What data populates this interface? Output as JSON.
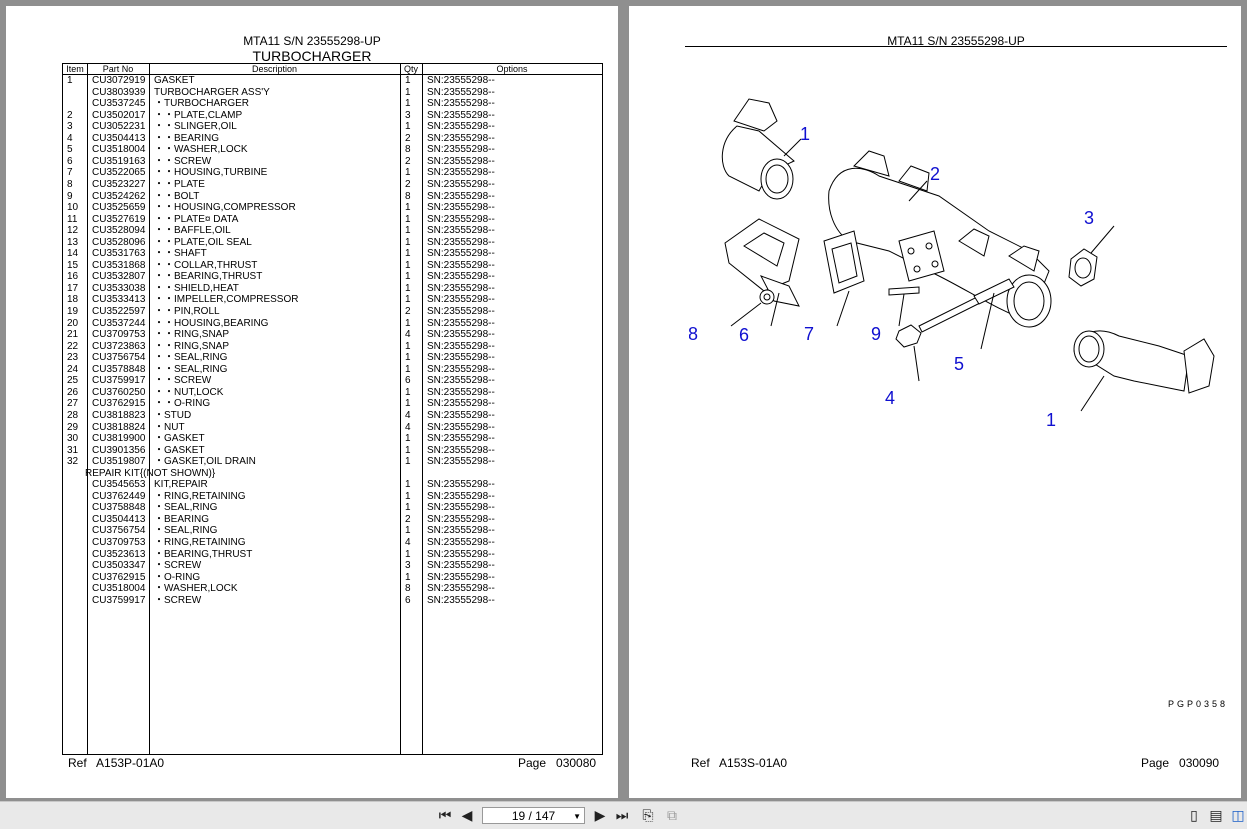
{
  "left_page": {
    "model": "MTA11 S/N 23555298-UP",
    "title": "TURBOCHARGER",
    "columns": {
      "item": "Item",
      "part_no": "Part No",
      "description": "Description",
      "qty": "Qty",
      "options": "Options"
    },
    "rows": [
      {
        "item": "1",
        "part": "CU3072919",
        "desc": "GASKET",
        "qty": "1",
        "opt": "SN:23555298--"
      },
      {
        "item": "",
        "part": "CU3803939",
        "desc": "TURBOCHARGER ASS'Y",
        "qty": "1",
        "opt": "SN:23555298--"
      },
      {
        "item": "",
        "part": "CU3537245",
        "desc": "・TURBOCHARGER",
        "qty": "1",
        "opt": "SN:23555298--"
      },
      {
        "item": "2",
        "part": "CU3502017",
        "desc": "・・PLATE,CLAMP",
        "qty": "3",
        "opt": "SN:23555298--"
      },
      {
        "item": "3",
        "part": "CU3052231",
        "desc": "・・SLINGER,OIL",
        "qty": "1",
        "opt": "SN:23555298--"
      },
      {
        "item": "4",
        "part": "CU3504413",
        "desc": "・・BEARING",
        "qty": "2",
        "opt": "SN:23555298--"
      },
      {
        "item": "5",
        "part": "CU3518004",
        "desc": "・・WASHER,LOCK",
        "qty": "8",
        "opt": "SN:23555298--"
      },
      {
        "item": "6",
        "part": "CU3519163",
        "desc": "・・SCREW",
        "qty": "2",
        "opt": "SN:23555298--"
      },
      {
        "item": "7",
        "part": "CU3522065",
        "desc": "・・HOUSING,TURBINE",
        "qty": "1",
        "opt": "SN:23555298--"
      },
      {
        "item": "8",
        "part": "CU3523227",
        "desc": "・・PLATE",
        "qty": "2",
        "opt": "SN:23555298--"
      },
      {
        "item": "9",
        "part": "CU3524262",
        "desc": "・・BOLT",
        "qty": "8",
        "opt": "SN:23555298--"
      },
      {
        "item": "10",
        "part": "CU3525659",
        "desc": "・・HOUSING,COMPRESSOR",
        "qty": "1",
        "opt": "SN:23555298--"
      },
      {
        "item": "11",
        "part": "CU3527619",
        "desc": "・・PLATE¤ DATA",
        "qty": "1",
        "opt": "SN:23555298--"
      },
      {
        "item": "12",
        "part": "CU3528094",
        "desc": "・・BAFFLE,OIL",
        "qty": "1",
        "opt": "SN:23555298--"
      },
      {
        "item": "13",
        "part": "CU3528096",
        "desc": "・・PLATE,OIL SEAL",
        "qty": "1",
        "opt": "SN:23555298--"
      },
      {
        "item": "14",
        "part": "CU3531763",
        "desc": "・・SHAFT",
        "qty": "1",
        "opt": "SN:23555298--"
      },
      {
        "item": "15",
        "part": "CU3531868",
        "desc": "・・COLLAR,THRUST",
        "qty": "1",
        "opt": "SN:23555298--"
      },
      {
        "item": "16",
        "part": "CU3532807",
        "desc": "・・BEARING,THRUST",
        "qty": "1",
        "opt": "SN:23555298--"
      },
      {
        "item": "17",
        "part": "CU3533038",
        "desc": "・・SHIELD,HEAT",
        "qty": "1",
        "opt": "SN:23555298--"
      },
      {
        "item": "18",
        "part": "CU3533413",
        "desc": "・・IMPELLER,COMPRESSOR",
        "qty": "1",
        "opt": "SN:23555298--"
      },
      {
        "item": "19",
        "part": "CU3522597",
        "desc": "・・PIN,ROLL",
        "qty": "2",
        "opt": "SN:23555298--"
      },
      {
        "item": "20",
        "part": "CU3537244",
        "desc": "・・HOUSING,BEARING",
        "qty": "1",
        "opt": "SN:23555298--"
      },
      {
        "item": "21",
        "part": "CU3709753",
        "desc": "・・RING,SNAP",
        "qty": "4",
        "opt": "SN:23555298--"
      },
      {
        "item": "22",
        "part": "CU3723863",
        "desc": "・・RING,SNAP",
        "qty": "1",
        "opt": "SN:23555298--"
      },
      {
        "item": "23",
        "part": "CU3756754",
        "desc": "・・SEAL,RING",
        "qty": "1",
        "opt": "SN:23555298--"
      },
      {
        "item": "24",
        "part": "CU3578848",
        "desc": "・・SEAL,RING",
        "qty": "1",
        "opt": "SN:23555298--"
      },
      {
        "item": "25",
        "part": "CU3759917",
        "desc": "・・SCREW",
        "qty": "6",
        "opt": "SN:23555298--"
      },
      {
        "item": "26",
        "part": "CU3760250",
        "desc": "・・NUT,LOCK",
        "qty": "1",
        "opt": "SN:23555298--"
      },
      {
        "item": "27",
        "part": "CU3762915",
        "desc": "・・O-RING",
        "qty": "1",
        "opt": "SN:23555298--"
      },
      {
        "item": "28",
        "part": "CU3818823",
        "desc": "・STUD",
        "qty": "4",
        "opt": "SN:23555298--"
      },
      {
        "item": "29",
        "part": "CU3818824",
        "desc": "・NUT",
        "qty": "4",
        "opt": "SN:23555298--"
      },
      {
        "item": "30",
        "part": "CU3819900",
        "desc": "・GASKET",
        "qty": "1",
        "opt": "SN:23555298--"
      },
      {
        "item": "31",
        "part": "CU3901356",
        "desc": "・GASKET",
        "qty": "1",
        "opt": "SN:23555298--"
      },
      {
        "item": "32",
        "part": "CU3519807",
        "desc": "・GASKET,OIL DRAIN",
        "qty": "1",
        "opt": "SN:23555298--"
      },
      {
        "item": "",
        "part": "",
        "desc": "",
        "qty": "",
        "opt": "",
        "note": "REPAIR KIT{(NOT SHOWN)}"
      },
      {
        "item": "",
        "part": "CU3545653",
        "desc": "KIT,REPAIR",
        "qty": "1",
        "opt": "SN:23555298--"
      },
      {
        "item": "",
        "part": "CU3762449",
        "desc": "・RING,RETAINING",
        "qty": "1",
        "opt": "SN:23555298--"
      },
      {
        "item": "",
        "part": "CU3758848",
        "desc": "・SEAL,RING",
        "qty": "1",
        "opt": "SN:23555298--"
      },
      {
        "item": "",
        "part": "CU3504413",
        "desc": "・BEARING",
        "qty": "2",
        "opt": "SN:23555298--"
      },
      {
        "item": "",
        "part": "CU3756754",
        "desc": "・SEAL,RING",
        "qty": "1",
        "opt": "SN:23555298--"
      },
      {
        "item": "",
        "part": "CU3709753",
        "desc": "・RING,RETAINING",
        "qty": "4",
        "opt": "SN:23555298--"
      },
      {
        "item": "",
        "part": "CU3523613",
        "desc": "・BEARING,THRUST",
        "qty": "1",
        "opt": "SN:23555298--"
      },
      {
        "item": "",
        "part": "CU3503347",
        "desc": "・SCREW",
        "qty": "3",
        "opt": "SN:23555298--"
      },
      {
        "item": "",
        "part": "CU3762915",
        "desc": "・O-RING",
        "qty": "1",
        "opt": "SN:23555298--"
      },
      {
        "item": "",
        "part": "CU3518004",
        "desc": "・WASHER,LOCK",
        "qty": "8",
        "opt": "SN:23555298--"
      },
      {
        "item": "",
        "part": "CU3759917",
        "desc": "・SCREW",
        "qty": "6",
        "opt": "SN:23555298--"
      }
    ],
    "ref": "Ref   A153P-01A0",
    "page": "Page   030080"
  },
  "right_page": {
    "model": "MTA11 S/N 23555298-UP",
    "callouts": [
      "1",
      "2",
      "3",
      "8",
      "6",
      "7",
      "9",
      "5",
      "4",
      "1"
    ],
    "drawing_code": "PGP0358",
    "ref": "Ref   A153S-01A0",
    "page": "Page   030090"
  },
  "toolbar": {
    "page_indicator": "19 / 147",
    "icons": [
      "first-page-icon",
      "prev-page-icon",
      "next-page-icon",
      "last-page-icon",
      "rotate-icon",
      "fit-icon",
      "single-page-icon",
      "continuous-page-icon",
      "two-page-icon"
    ]
  }
}
